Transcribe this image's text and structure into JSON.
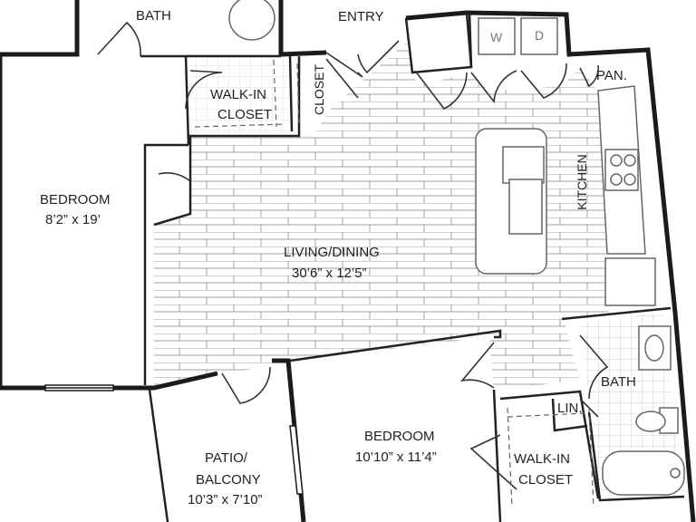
{
  "colors": {
    "wall": "#1b1b1b",
    "floor_stripe": "#9a9a9a",
    "fixture": "#777777",
    "background": "#ffffff"
  },
  "rooms": {
    "bath_top": "BATH",
    "entry": "ENTRY",
    "walkin_closet_1_line1": "WALK-IN",
    "walkin_closet_1_line2": "CLOSET",
    "closet": "CLOSET",
    "washer": "W",
    "dryer": "D",
    "pantry": "PAN.",
    "kitchen": "KITCHEN",
    "bedroom_1_name": "BEDROOM",
    "bedroom_1_size": "8’2” x 19’",
    "living_name": "LIVING/DINING",
    "living_size": "30’6” x 12’5”",
    "bath_right": "BATH",
    "linen": "LIN.",
    "patio_line1": "PATIO/",
    "patio_line2": "BALCONY",
    "patio_size": "10’3” x 7’10”",
    "bedroom_2_name": "BEDROOM",
    "bedroom_2_size": "10’10” x 11’4”",
    "walkin_closet_2_line1": "WALK-IN",
    "walkin_closet_2_line2": "CLOSET"
  }
}
